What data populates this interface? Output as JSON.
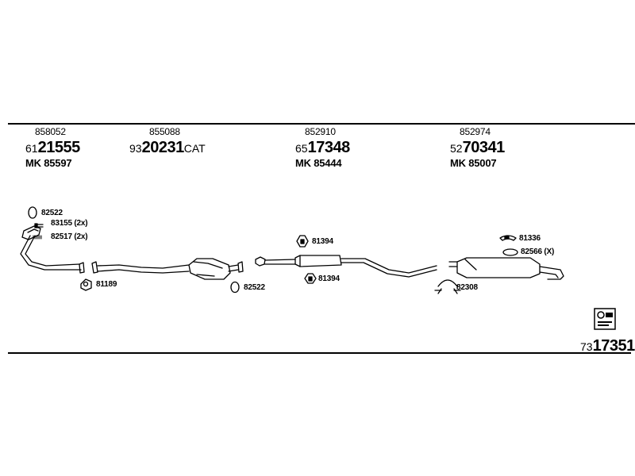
{
  "sections": [
    {
      "ref": "858052",
      "part_prefix": "61",
      "part_main": "21555",
      "part_suffix": "",
      "mk": "MK 85597"
    },
    {
      "ref": "855088",
      "part_prefix": "93",
      "part_main": "20231",
      "part_suffix": "CAT",
      "mk": ""
    },
    {
      "ref": "852910",
      "part_prefix": "65",
      "part_main": "17348",
      "part_suffix": "",
      "mk": "MK 85444"
    },
    {
      "ref": "852974",
      "part_prefix": "52",
      "part_main": "70341",
      "part_suffix": "",
      "mk": "MK 85007"
    }
  ],
  "fittings": {
    "gasket_1": "82522",
    "bolt_kit": "83155 (2x)",
    "spring_kit": "82517 (2x)",
    "ring_1": "81189",
    "gasket_2": "82522",
    "hanger_1": "81394",
    "hanger_2": "81394",
    "hanger_3": "81336",
    "clamp_3": "82566 (X)",
    "clamp_rear": "82308"
  },
  "footer": {
    "part_prefix": "73",
    "part_main": "17351"
  }
}
